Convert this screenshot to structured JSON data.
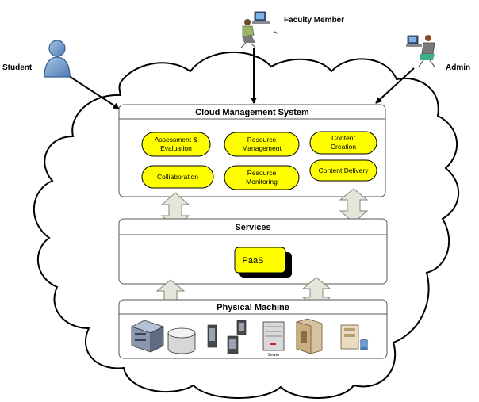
{
  "actors": {
    "student": "Student",
    "faculty": "Faculty Member",
    "admin": "Admin"
  },
  "cms": {
    "title": "Cloud Management System",
    "modules": [
      [
        "Assessment &",
        "Evaluation"
      ],
      [
        "Resource",
        "Management"
      ],
      [
        "Content",
        "Creation"
      ],
      [
        "Colliaboration"
      ],
      [
        "Resource",
        "Monitoring"
      ],
      [
        "Content Delivery"
      ]
    ]
  },
  "services": {
    "title": "Services",
    "paas": "PaaS"
  },
  "physical": {
    "title": "Physical Machine",
    "server_caption": "Server",
    "icons": [
      "server-rack-icon",
      "database-disk-icon",
      "tower-servers-icon",
      "server-box-icon",
      "server-cabinet-icon",
      "storage-server-icon"
    ]
  },
  "colors": {
    "module_fill": "#ffff00",
    "arrow_fill": "#e3e6da",
    "arrow_stroke": "#7e8a79",
    "cloud_stroke": "#000000",
    "actor_blue": "#6a94c4"
  }
}
